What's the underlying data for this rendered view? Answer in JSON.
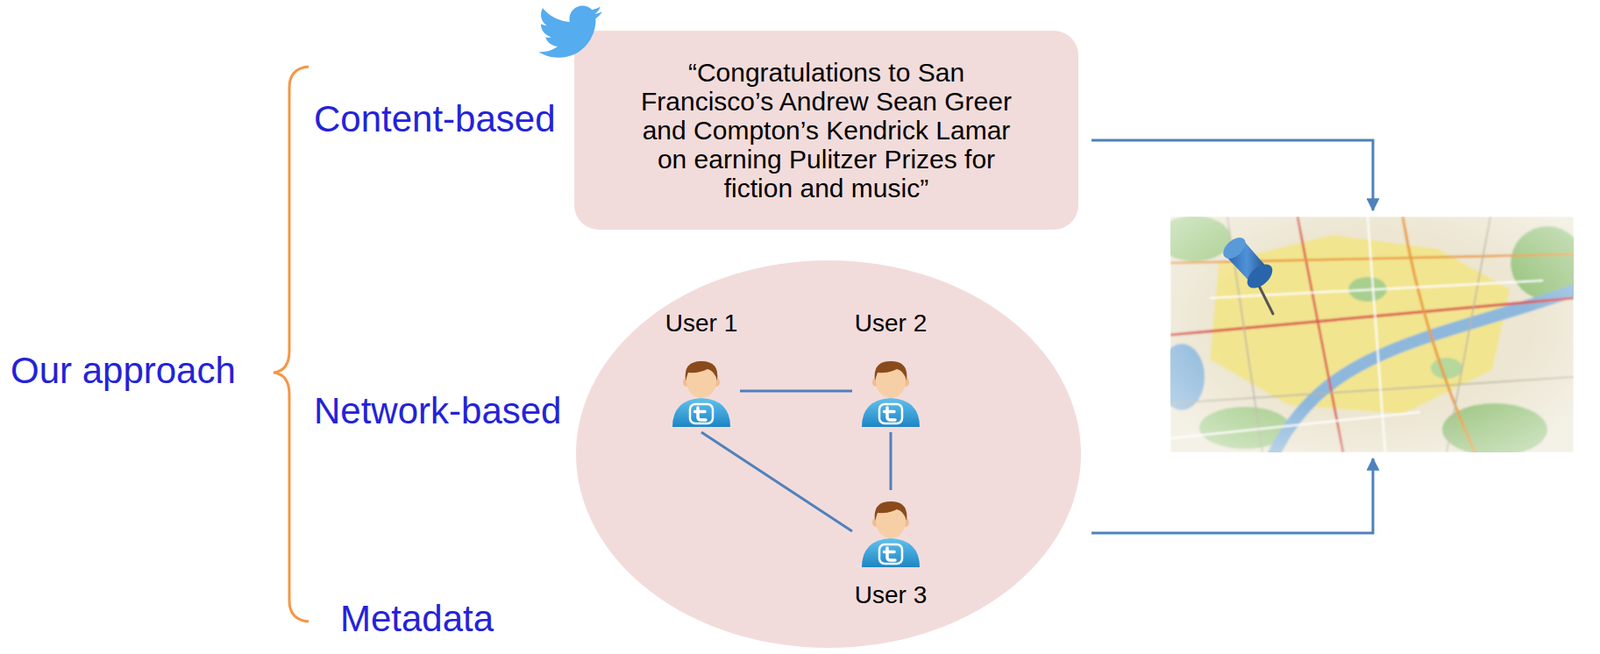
{
  "diagram": {
    "nodes": [
      {
        "text": [
          "“Congratulations to San Francisco’s Andrew Sean Greer and Compton’s Kendrick Lamar on earning Pulitzer Prizes for fiction and music”"
        ]
      },
      {
        "text": [
          "User 1"
        ]
      },
      {
        "text": [
          "User 2"
        ]
      },
      {
        "text": [
          "User 3"
        ]
      }
    ],
    "edges": [
      {
        "from": 1,
        "to": 2,
        "arrow": "none"
      },
      {
        "from": 2,
        "to": 3,
        "arrow": "none"
      },
      {
        "from": 1,
        "to": 3,
        "arrow": "none"
      }
    ],
    "labels": [
      "Our approach",
      "Content-based",
      "Network-based",
      "Metadata"
    ]
  }
}
